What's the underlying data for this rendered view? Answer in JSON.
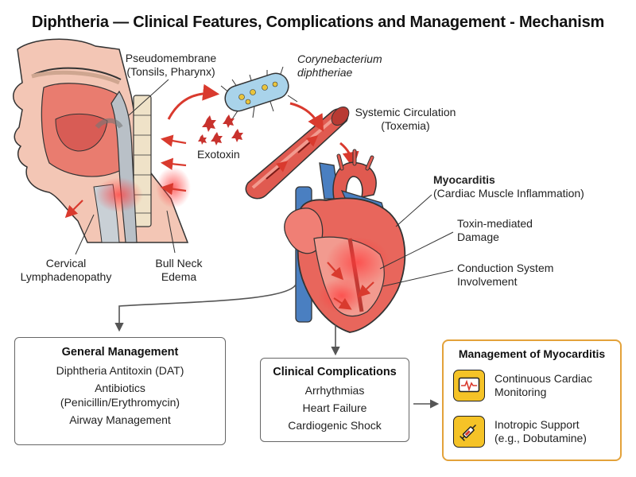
{
  "title": "Diphtheria — Clinical Features, Complications and Management - Mechanism",
  "labels": {
    "pseudomembrane": "Pseudomembrane",
    "pseudomembrane_site": "(Tonsils, Pharynx)",
    "bacterium_1": "Corynebacterium",
    "bacterium_2": "diphtheriae",
    "exotoxin": "Exotoxin",
    "systemic_1": "Systemic Circulation",
    "systemic_2": "(Toxemia)",
    "myocarditis": "Myocarditis",
    "myocarditis_desc": "(Cardiac Muscle Inflammation)",
    "toxin_damage_1": "Toxin-mediated",
    "toxin_damage_2": "Damage",
    "conduction_1": "Conduction System",
    "conduction_2": "Involvement",
    "lymph_1": "Cervical",
    "lymph_2": "Lymphadenopathy",
    "bullneck_1": "Bull Neck",
    "bullneck_2": "Edema"
  },
  "general_management": {
    "heading": "General Management",
    "items": [
      "Diphtheria Antitoxin (DAT)",
      "Antibiotics",
      "(Penicillin/Erythromycin)",
      "Airway Management"
    ]
  },
  "clinical_complications": {
    "heading": "Clinical Complications",
    "items": [
      "Arrhythmias",
      "Heart Failure",
      "Cardiogenic Shock"
    ]
  },
  "myocarditis_management": {
    "heading": "Management of Myocarditis",
    "items": [
      {
        "line1": "Continuous Cardiac",
        "line2": "Monitoring",
        "icon": "cardiac-monitor-icon"
      },
      {
        "line1": "Inotropic Support",
        "line2": "(e.g., Dobutamine)",
        "icon": "syringe-icon"
      }
    ]
  },
  "colors": {
    "accent_orange": "#e3a23a",
    "icon_yellow": "#f5c327",
    "arrow_red": "#d93a2e",
    "tissue_pink": "#f2b7a8",
    "vessel_red": "#d9534f",
    "vein_blue": "#4a7fc1"
  }
}
